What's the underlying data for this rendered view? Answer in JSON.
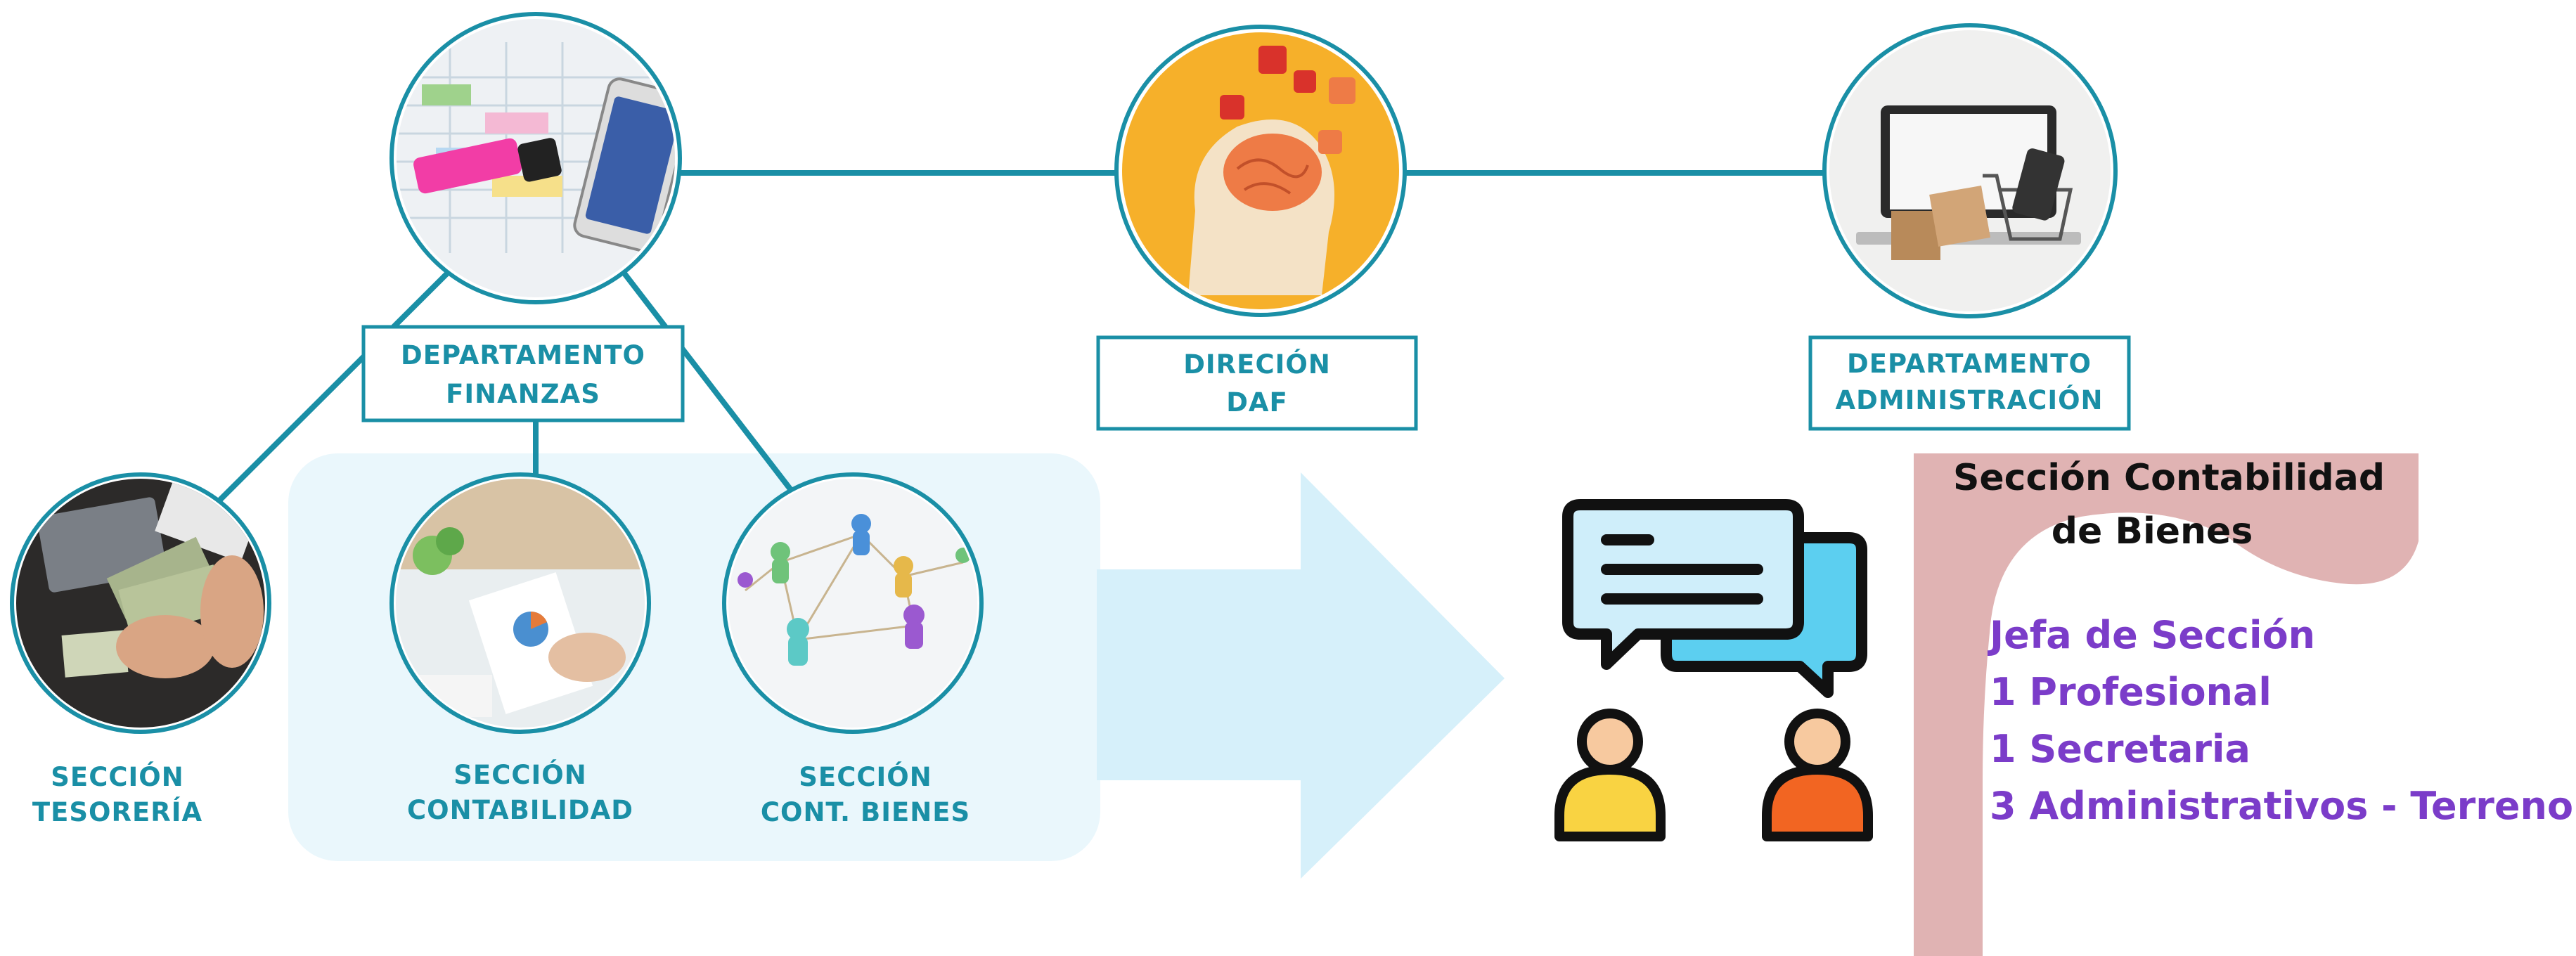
{
  "nodes": {
    "finanzas": {
      "label_1": "DEPARTAMENTO",
      "label_2": "FINANZAS"
    },
    "daf": {
      "label_1": "DIRECIÓN",
      "label_2": "DAF"
    },
    "administracion": {
      "label_1": "DEPARTAMENTO",
      "label_2": "ADMINISTRACIÓN"
    },
    "tesoreria": {
      "label_1": "SECCIÓN",
      "label_2": "TESORERÍA"
    },
    "contabilidad": {
      "label_1": "SECCIÓN",
      "label_2": "CONTABILIDAD"
    },
    "cont_bienes": {
      "label_1": "SECCIÓN",
      "label_2": "CONT. BIENES"
    }
  },
  "illustrations": {
    "finanzas_image": "phone-and-spreadsheet-icon",
    "daf_image": "brain-puzzle-icon",
    "administracion_image": "laptop-shopping-icon",
    "tesoreria_image": "money-counting-icon",
    "contabilidad_image": "document-chart-icon",
    "cont_bienes_image": "network-pawns-icon",
    "conversation_image": "two-people-chat-icon",
    "arrow": "right-arrow-icon"
  },
  "section_panel": {
    "title_1": "Sección Contabilidad",
    "title_2": "de Bienes",
    "items": [
      "Jefa de Sección",
      "1 Profesional",
      "1 Secretaria",
      "3 Administrativos - Terreno"
    ]
  },
  "colors": {
    "teal": "#1a8fa6",
    "highlight_panel": "#eaf7fc",
    "arrow": "#d6f0fa",
    "pink_blob": "#e0b3b3",
    "purple_text": "#7b3cc9",
    "person_yellow": "#f9d342",
    "person_orange": "#f26522",
    "bubble_light": "#cfeefa",
    "bubble_blue": "#5ccff0"
  }
}
